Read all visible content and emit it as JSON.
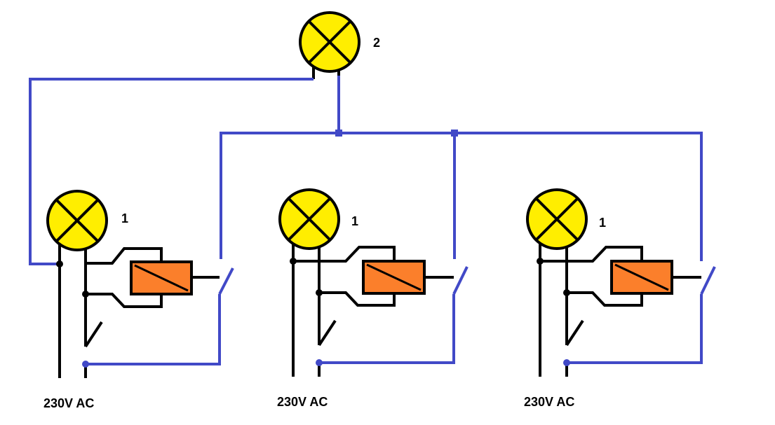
{
  "colors": {
    "lamp_fill": "#ffee00",
    "relay_fill": "#fb7f2b",
    "blue_wire": "#4149c7",
    "black_wire": "#000000"
  },
  "lamp_top": {
    "label": "2"
  },
  "units": [
    {
      "lamp_label": "1",
      "supply_label": "230V AC"
    },
    {
      "lamp_label": "1",
      "supply_label": "230V AC"
    },
    {
      "lamp_label": "1",
      "supply_label": "230V AC"
    }
  ]
}
